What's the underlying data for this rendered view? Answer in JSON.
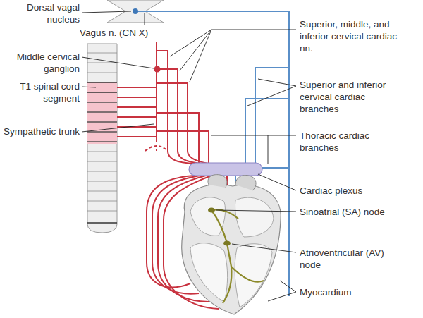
{
  "diagram": {
    "labels": [
      "Dorsal vagal nucleus",
      "Vagus n. (CN X)",
      "Middle cervical ganglion",
      "T1 spinal cord segment",
      "Sympathetic trunk",
      "Superior, middle, and inferior cervical cardiac nn.",
      "Superior and inferior cervical cardiac branches",
      "Thoracic cardiac branches",
      "Cardiac plexus",
      "Sinoatrial (SA) node",
      "Atrioventricular (AV) node",
      "Myocardium"
    ]
  }
}
